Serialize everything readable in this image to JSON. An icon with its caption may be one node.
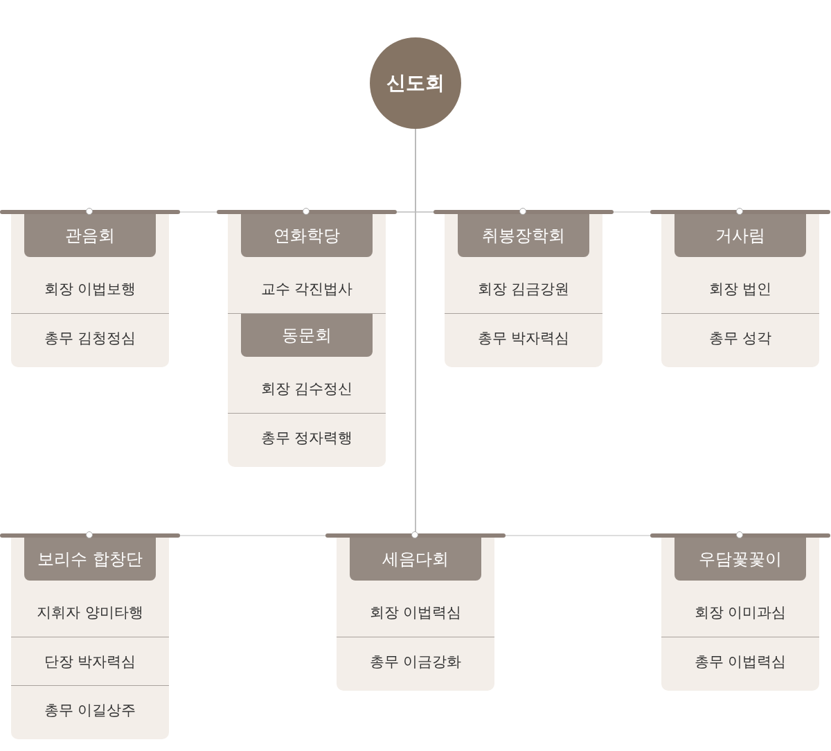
{
  "diagram": {
    "nodes": [
      {
        "text": [
          "신도회"
        ]
      },
      {
        "text": [
          "관음회",
          "회장 이법보행",
          "총무 김청정심"
        ]
      },
      {
        "text": [
          "연화학당",
          "교수 각진법사"
        ]
      },
      {
        "text": [
          "동문회",
          "회장 김수정신",
          "총무 정자력행"
        ],
        "in": 2
      },
      {
        "text": [
          "취봉장학회",
          "회장 김금강원",
          "총무 박자력심"
        ]
      },
      {
        "text": [
          "거사림",
          "회장 법인",
          "총무 성각"
        ]
      },
      {
        "text": [
          "보리수 합창단",
          "지휘자 양미타행",
          "단장 박자력심",
          "총무 이길상주"
        ]
      },
      {
        "text": [
          "세음다회",
          "회장 이법력심",
          "총무 이금강화"
        ]
      },
      {
        "text": [
          "우담꽃꽃이",
          "회장 이미과심",
          "총무 이법력심"
        ]
      }
    ],
    "edges": [
      {
        "from": 0,
        "to": 1,
        "arrow": "none"
      },
      {
        "from": 0,
        "to": 2,
        "arrow": "none"
      },
      {
        "from": 0,
        "to": 4,
        "arrow": "none"
      },
      {
        "from": 0,
        "to": 5,
        "arrow": "none"
      },
      {
        "from": 0,
        "to": 6,
        "arrow": "none"
      },
      {
        "from": 0,
        "to": 7,
        "arrow": "none"
      },
      {
        "from": 0,
        "to": 8,
        "arrow": "none"
      }
    ]
  }
}
